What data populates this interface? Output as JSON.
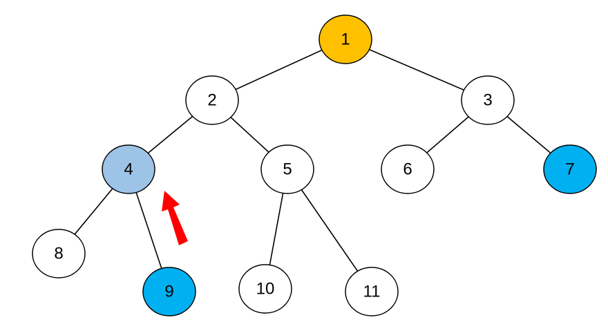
{
  "tree": {
    "nodes": [
      {
        "id": "1",
        "label": "1",
        "fill": "#ffc000"
      },
      {
        "id": "2",
        "label": "2",
        "fill": "#ffffff"
      },
      {
        "id": "3",
        "label": "3",
        "fill": "#ffffff"
      },
      {
        "id": "4",
        "label": "4",
        "fill": "#9dc3e6"
      },
      {
        "id": "5",
        "label": "5",
        "fill": "#ffffff"
      },
      {
        "id": "6",
        "label": "6",
        "fill": "#ffffff"
      },
      {
        "id": "7",
        "label": "7",
        "fill": "#00b0f0"
      },
      {
        "id": "8",
        "label": "8",
        "fill": "#ffffff"
      },
      {
        "id": "9",
        "label": "9",
        "fill": "#00b0f0"
      },
      {
        "id": "10",
        "label": "10",
        "fill": "#ffffff"
      },
      {
        "id": "11",
        "label": "11",
        "fill": "#ffffff"
      }
    ],
    "edges": [
      [
        "1",
        "2"
      ],
      [
        "1",
        "3"
      ],
      [
        "2",
        "4"
      ],
      [
        "2",
        "5"
      ],
      [
        "3",
        "6"
      ],
      [
        "3",
        "7"
      ],
      [
        "4",
        "8"
      ],
      [
        "4",
        "9"
      ],
      [
        "5",
        "10"
      ],
      [
        "5",
        "11"
      ]
    ],
    "arrow": {
      "color": "#ff0000",
      "from": "9",
      "to": "4",
      "direction": "up"
    }
  }
}
